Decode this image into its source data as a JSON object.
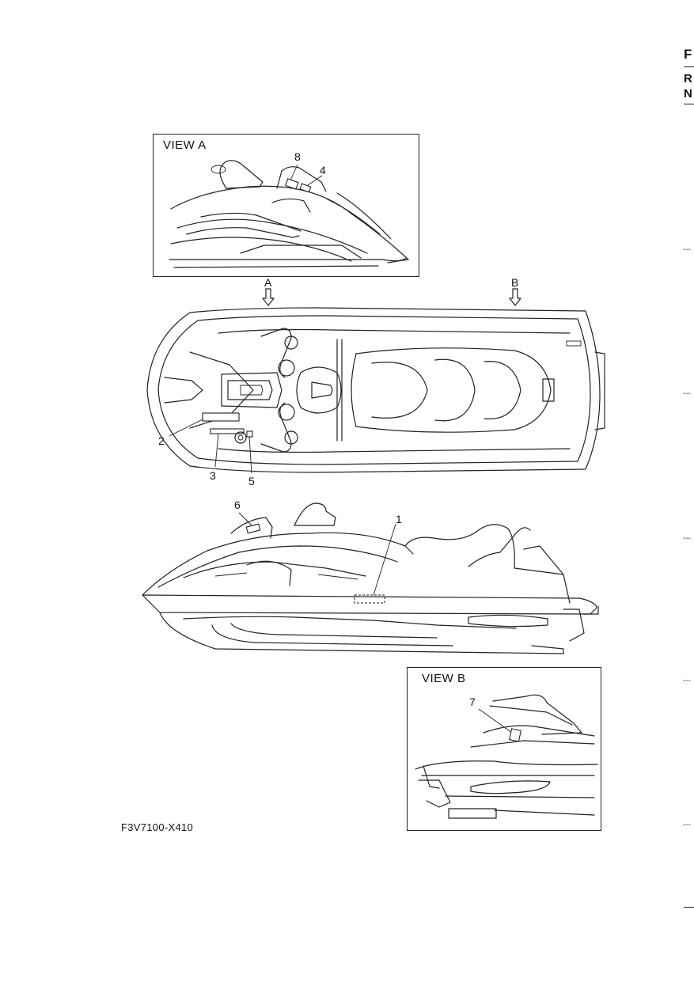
{
  "margin_tab": {
    "letters": [
      "F",
      "R",
      "N"
    ]
  },
  "views": {
    "view_a": {
      "title": "VIEW A",
      "callouts": [
        "8",
        "4"
      ]
    },
    "view_b": {
      "title": "VIEW B",
      "callouts": [
        "7"
      ]
    }
  },
  "arrows": {
    "a": "A",
    "b": "B"
  },
  "top_view": {
    "callouts": [
      "2",
      "3",
      "5"
    ]
  },
  "side_view": {
    "callouts": [
      "6",
      "1"
    ]
  },
  "figure_code": "F3V7100-X410",
  "right_edge_marks": [
    "---",
    "---",
    "---",
    "---",
    "---"
  ]
}
